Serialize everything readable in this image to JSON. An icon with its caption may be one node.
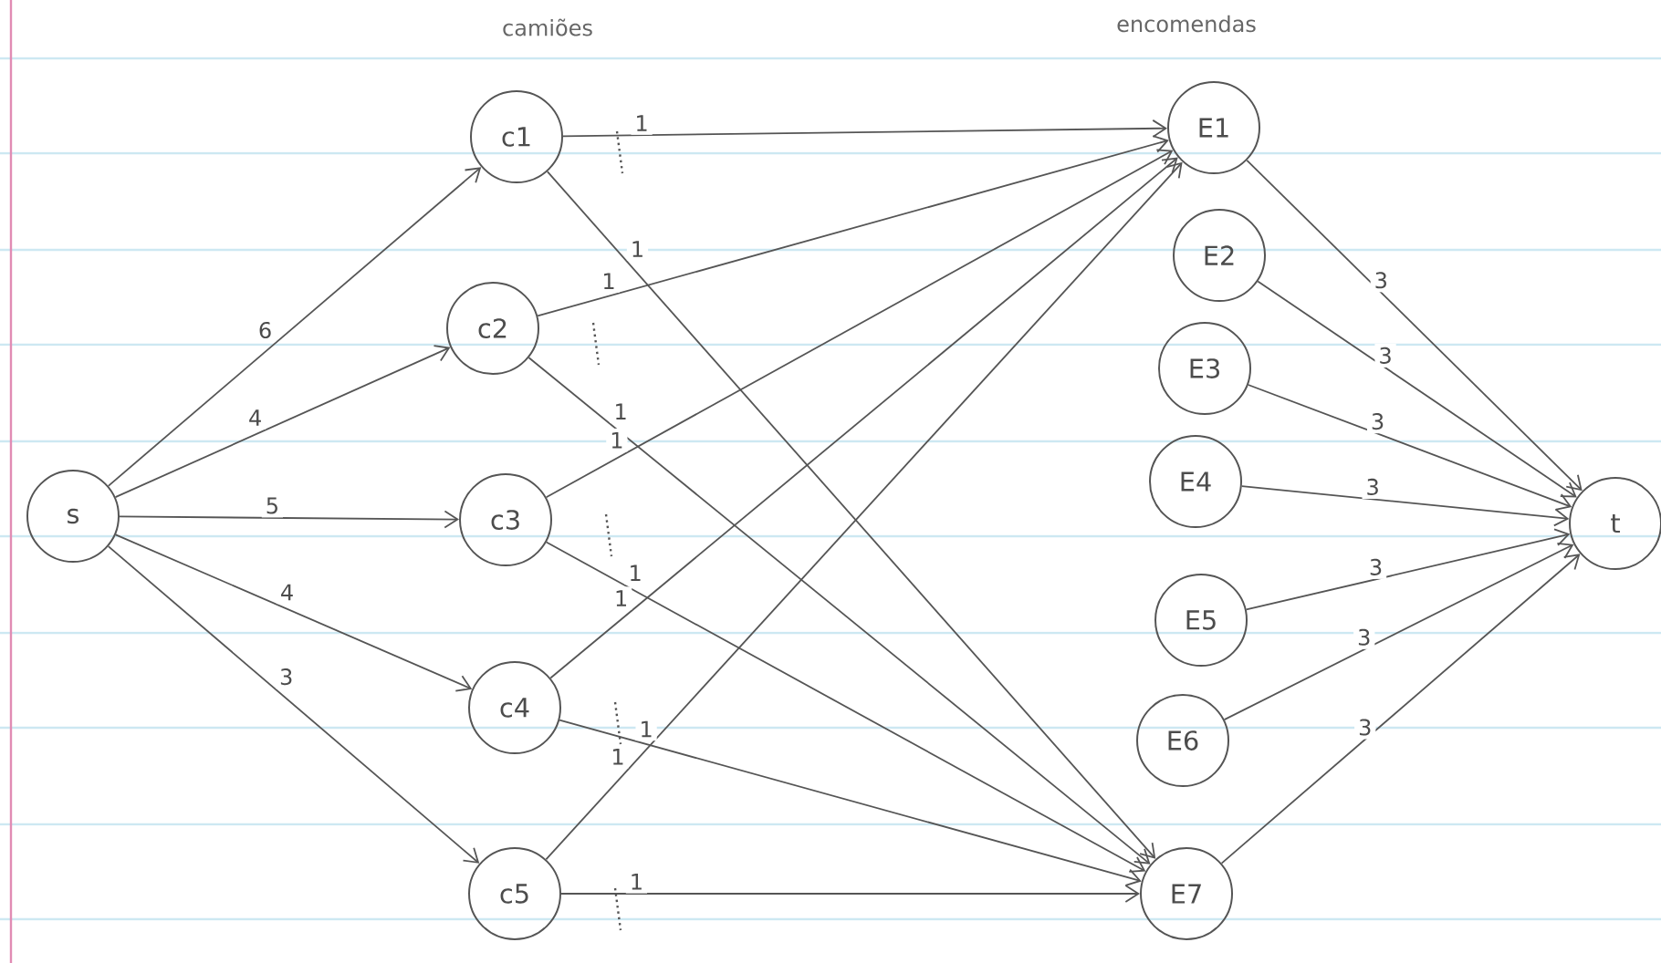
{
  "diagram": {
    "nodes": [
      {
        "text": [
          "s"
        ]
      },
      {
        "text": [
          "c1"
        ]
      },
      {
        "text": [
          "c2"
        ]
      },
      {
        "text": [
          "c3"
        ]
      },
      {
        "text": [
          "c4"
        ]
      },
      {
        "text": [
          "c5"
        ]
      },
      {
        "text": [
          "E1"
        ]
      },
      {
        "text": [
          "E2"
        ]
      },
      {
        "text": [
          "E3"
        ]
      },
      {
        "text": [
          "E4"
        ]
      },
      {
        "text": [
          "E5"
        ]
      },
      {
        "text": [
          "E6"
        ]
      },
      {
        "text": [
          "E7"
        ]
      },
      {
        "text": [
          "t"
        ]
      }
    ],
    "edges": [
      {
        "from": 0,
        "to": 1,
        "arrow": "to",
        "label": "6"
      },
      {
        "from": 0,
        "to": 2,
        "arrow": "to",
        "label": "4"
      },
      {
        "from": 0,
        "to": 3,
        "arrow": "to",
        "label": "5"
      },
      {
        "from": 0,
        "to": 4,
        "arrow": "to",
        "label": "4"
      },
      {
        "from": 0,
        "to": 5,
        "arrow": "to",
        "label": "3"
      },
      {
        "from": 1,
        "to": 6,
        "arrow": "to",
        "label": "1"
      },
      {
        "from": 1,
        "to": 12,
        "arrow": "to",
        "label": "1"
      },
      {
        "from": 2,
        "to": 6,
        "arrow": "to",
        "label": "1"
      },
      {
        "from": 2,
        "to": 12,
        "arrow": "to",
        "label": "1"
      },
      {
        "from": 3,
        "to": 6,
        "arrow": "to",
        "label": "1"
      },
      {
        "from": 3,
        "to": 12,
        "arrow": "to",
        "label": "1"
      },
      {
        "from": 4,
        "to": 6,
        "arrow": "to",
        "label": "1"
      },
      {
        "from": 4,
        "to": 12,
        "arrow": "to",
        "label": "1"
      },
      {
        "from": 5,
        "to": 6,
        "arrow": "to",
        "label": "1"
      },
      {
        "from": 5,
        "to": 12,
        "arrow": "to",
        "label": "1"
      },
      {
        "from": 6,
        "to": 13,
        "arrow": "to",
        "label": "3"
      },
      {
        "from": 7,
        "to": 13,
        "arrow": "to",
        "label": "3"
      },
      {
        "from": 8,
        "to": 13,
        "arrow": "to",
        "label": "3"
      },
      {
        "from": 9,
        "to": 13,
        "arrow": "to",
        "label": "3"
      },
      {
        "from": 10,
        "to": 13,
        "arrow": "to",
        "label": "3"
      },
      {
        "from": 11,
        "to": 13,
        "arrow": "to",
        "label": "3"
      },
      {
        "from": 12,
        "to": 13,
        "arrow": "to",
        "label": "3"
      }
    ],
    "labels": [
      "camiões",
      "encomendas"
    ]
  }
}
